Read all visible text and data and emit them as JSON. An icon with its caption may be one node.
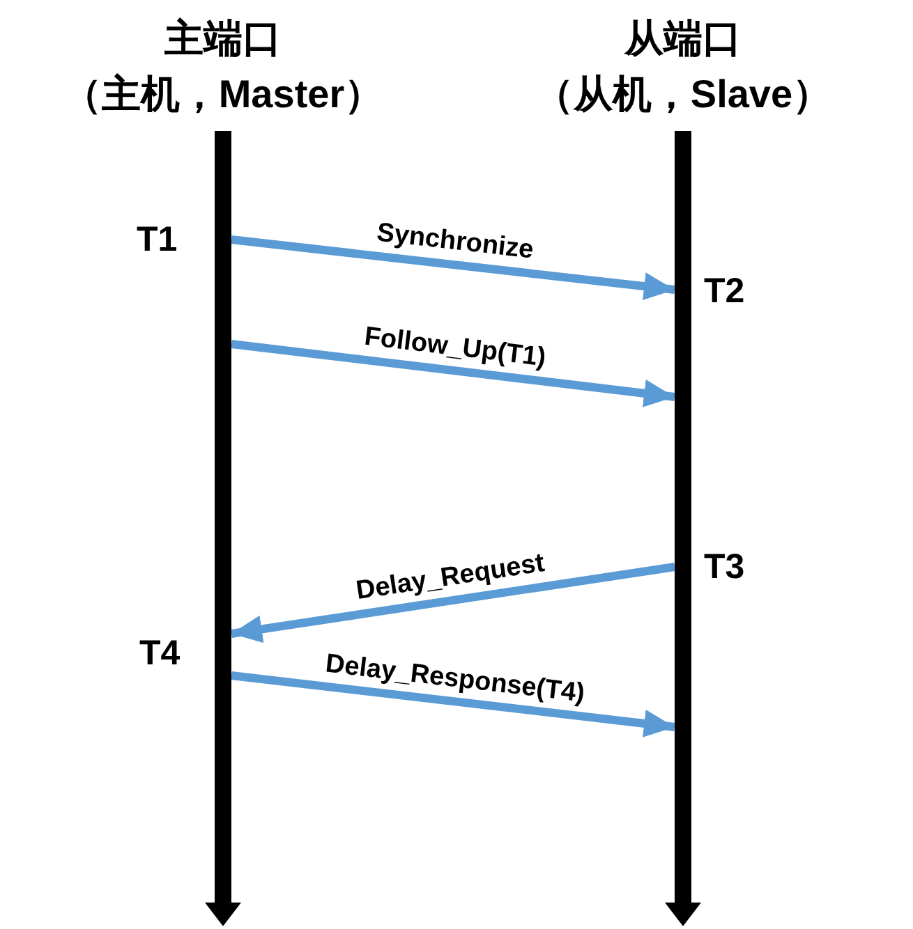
{
  "diagram": {
    "nodes": [
      {
        "text": [
          "主端口",
          "（主机，Master）"
        ]
      },
      {
        "text": [
          "从端口",
          "（从机，Slave）"
        ]
      }
    ],
    "edges": [
      {
        "from": 0,
        "to": 1,
        "arrow": "to",
        "label": "Synchronize"
      },
      {
        "from": 0,
        "to": 1,
        "arrow": "to",
        "label": "Follow_Up(T1)"
      },
      {
        "from": 1,
        "to": 0,
        "arrow": "to",
        "label": "Delay_Request"
      },
      {
        "from": 0,
        "to": 1,
        "arrow": "to",
        "label": "Delay_Response(T4)"
      }
    ],
    "labels": [
      "T1",
      "T2",
      "T3",
      "T4"
    ]
  }
}
